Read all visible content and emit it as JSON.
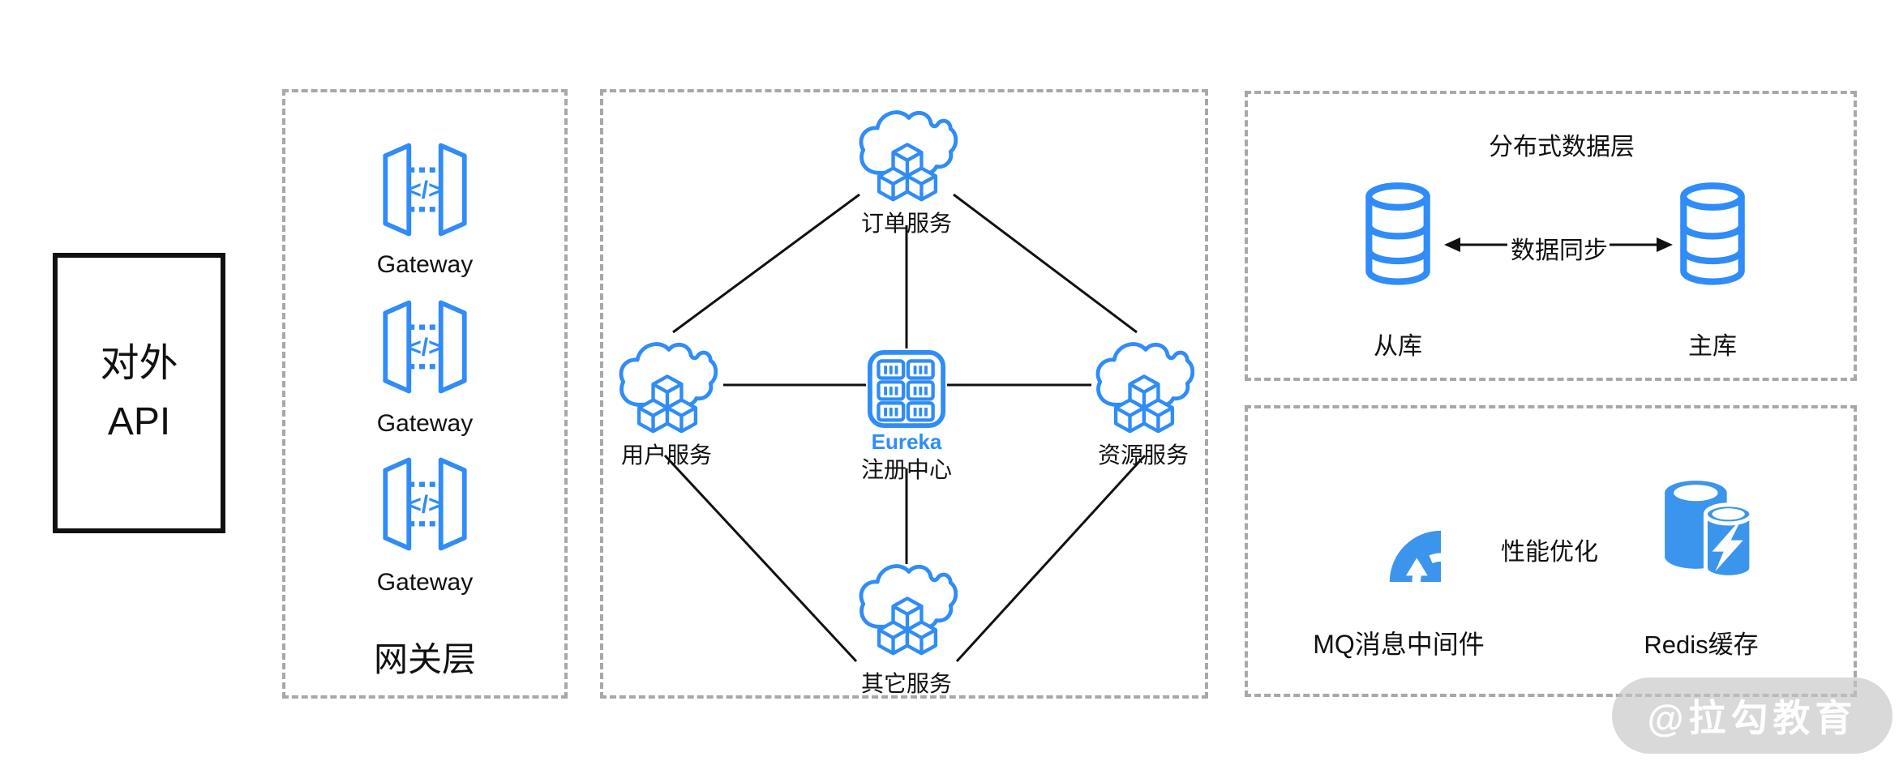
{
  "colors": {
    "icon_stroke_blue": "#2f8cf8",
    "icon_fill_blue": "#3b95ed",
    "line_black": "#111111",
    "dash_gray": "#a8a8a8",
    "watermark_bg": "#c5c5c5",
    "watermark_text": "#ffffff"
  },
  "icons": {
    "gateway": "api-gateway-icon",
    "service": "cloud-cubes-icon",
    "registry": "server-grid-icon",
    "database": "db-cylinder-icon",
    "mq": "sync-arrows-icon",
    "redis": "cache-cylinders-lightning-icon",
    "sync_left": "arrow-left-icon",
    "sync_right": "arrow-right-icon"
  },
  "api_box": {
    "line1": "对外",
    "line2": "API"
  },
  "gateway_layer": {
    "title": "网关层",
    "icon_glyph": "</>",
    "items": [
      {
        "label": "Gateway"
      },
      {
        "label": "Gateway"
      },
      {
        "label": "Gateway"
      }
    ]
  },
  "services": {
    "order": "订单服务",
    "user": "用户服务",
    "resource": "资源服务",
    "other": "其它服务",
    "registry_name": "Eureka",
    "registry_label": "注册中心"
  },
  "data_layer": {
    "title": "分布式数据层",
    "slave": "从库",
    "master": "主库",
    "sync": "数据同步"
  },
  "perf_layer": {
    "title": "性能优化",
    "mq": "MQ消息中间件",
    "redis": "Redis缓存"
  },
  "watermark": {
    "text": "@拉勾教育"
  }
}
